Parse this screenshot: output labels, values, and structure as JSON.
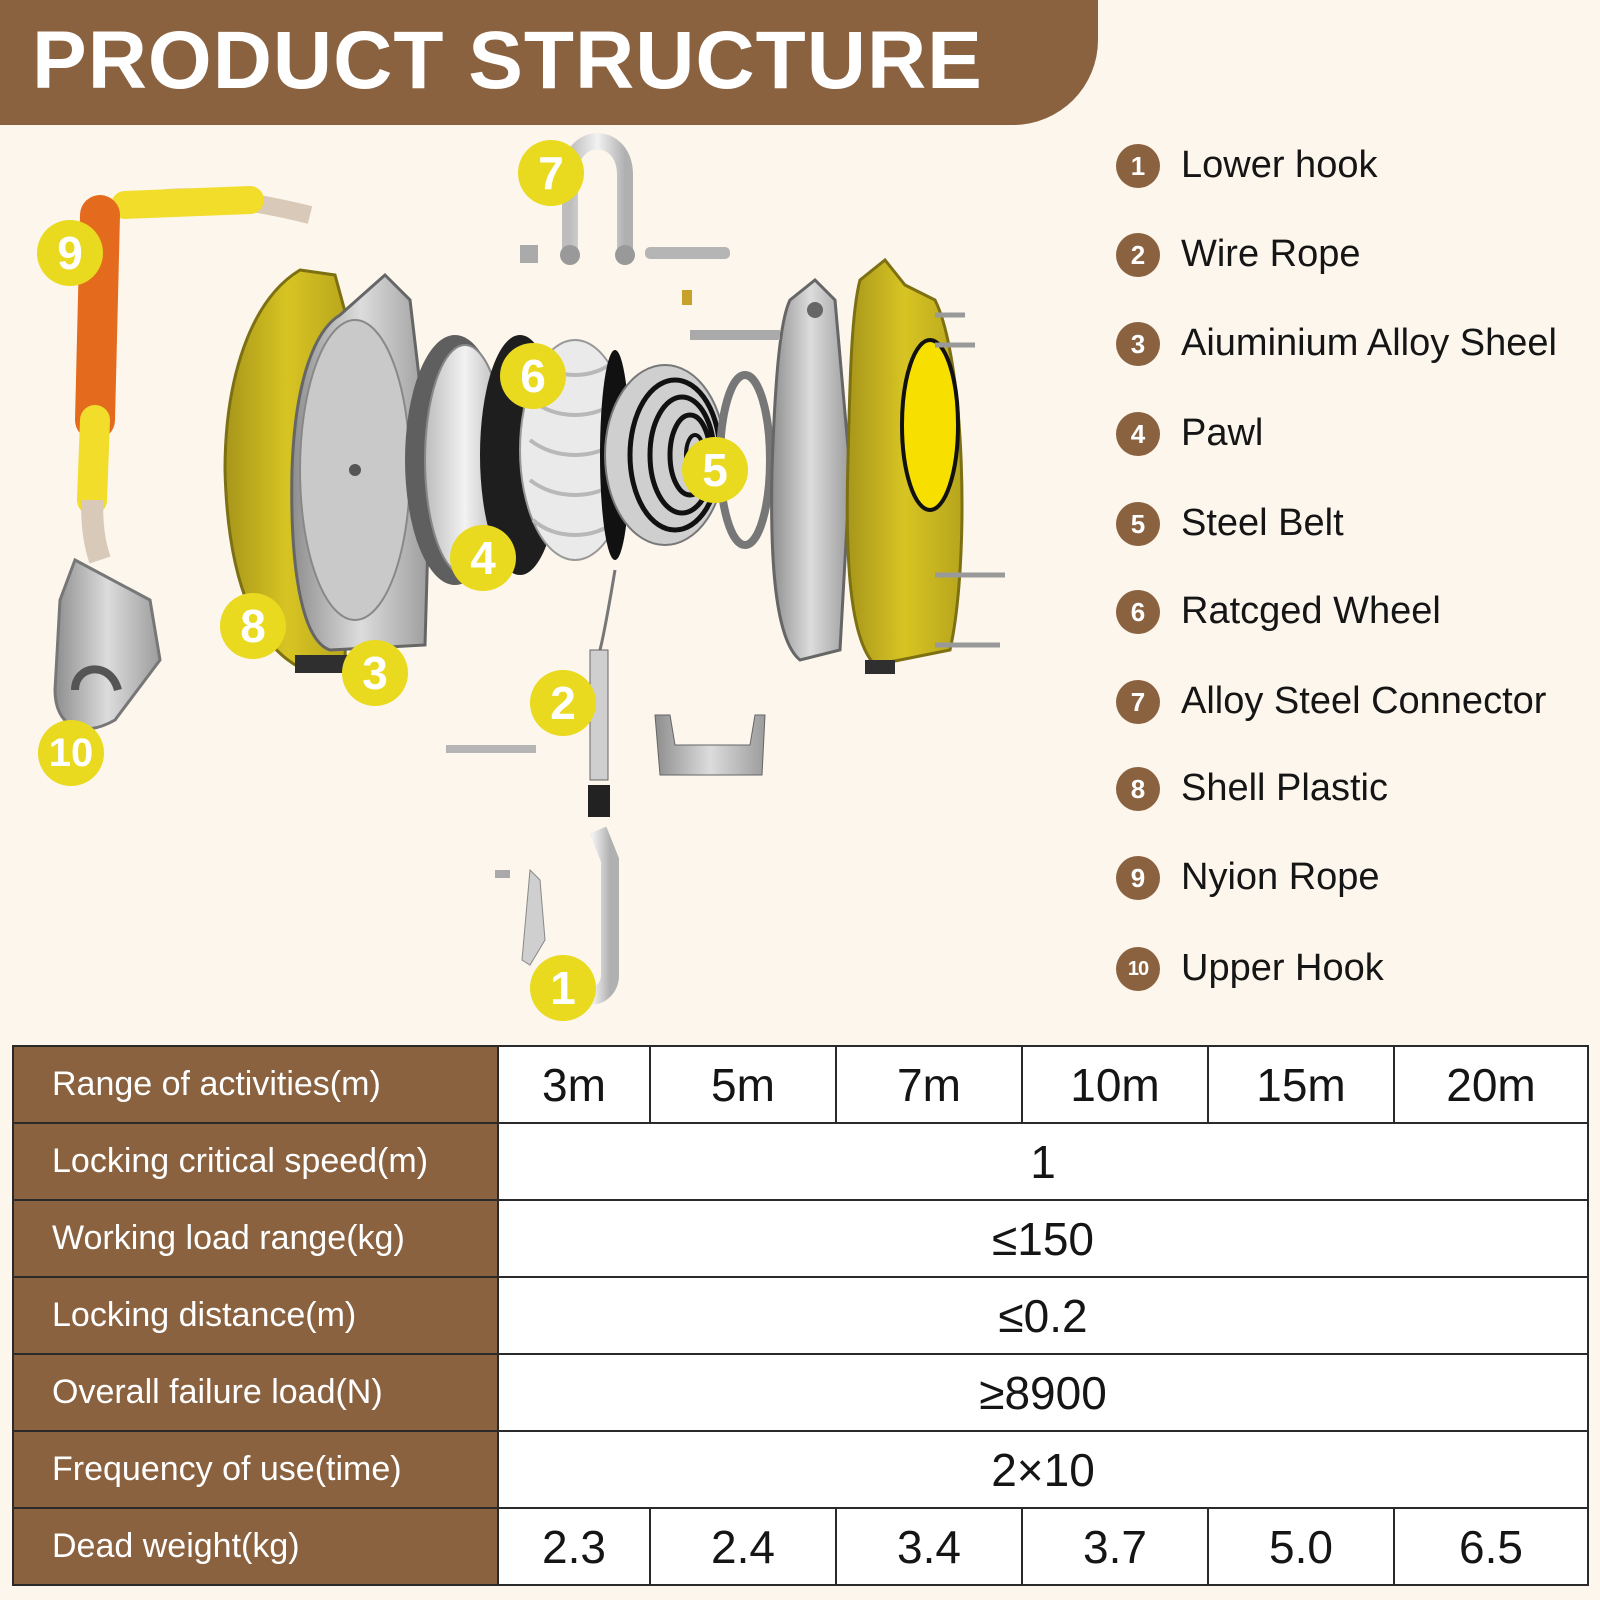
{
  "header": {
    "title": "PRODUCT STRUCTURE"
  },
  "diagram": {
    "markers": [
      "1",
      "2",
      "3",
      "4",
      "5",
      "6",
      "7",
      "8",
      "9",
      "10"
    ],
    "device_label_icon": "fall-arrester-label-icon",
    "colors": {
      "plastic": "#c9b51c",
      "marker": "#e9d91f",
      "metal": "#b8b8b8",
      "nylon": "#e46b1e"
    }
  },
  "legend": [
    {
      "number": "1",
      "label": "Lower hook"
    },
    {
      "number": "2",
      "label": "Wire Rope"
    },
    {
      "number": "3",
      "label": "Aiuminium Alloy Sheel"
    },
    {
      "number": "4",
      "label": "Pawl"
    },
    {
      "number": "5",
      "label": "Steel Belt"
    },
    {
      "number": "6",
      "label": "Ratcged Wheel"
    },
    {
      "number": "7",
      "label": "Alloy Steel Connector"
    },
    {
      "number": "8",
      "label": "Shell Plastic"
    },
    {
      "number": "9",
      "label": "Nyion Rope"
    },
    {
      "number": "10",
      "label": "Upper Hook"
    }
  ],
  "spec_table": {
    "rows": [
      {
        "label": "Range of activities(m)",
        "values": [
          "3m",
          "5m",
          "7m",
          "10m",
          "15m",
          "20m"
        ]
      },
      {
        "label": "Locking critical speed(m)",
        "value": "1"
      },
      {
        "label": "Working load range(kg)",
        "value": "≤150"
      },
      {
        "label": "Locking distance(m)",
        "value": "≤0.2"
      },
      {
        "label": "Overall failure load(N)",
        "value": "≥8900"
      },
      {
        "label": "Frequency of use(time)",
        "value": "2×10"
      },
      {
        "label": "Dead weight(kg)",
        "values": [
          "2.3",
          "2.4",
          "3.4",
          "3.7",
          "5.0",
          "6.5"
        ]
      }
    ]
  },
  "brand_colors": {
    "banner": "#8a6240",
    "background": "#fcf6ec"
  }
}
